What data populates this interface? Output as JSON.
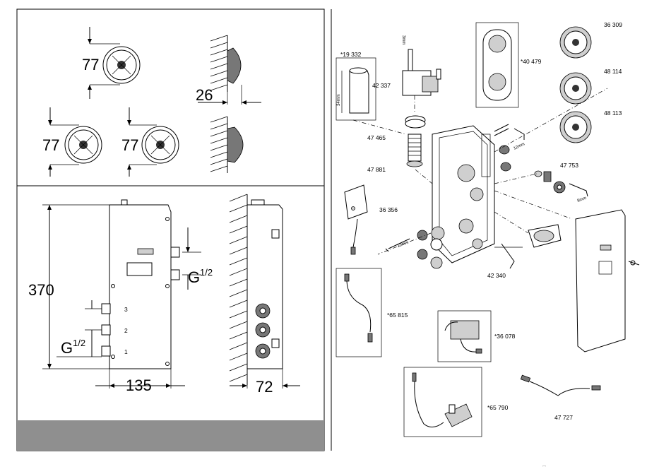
{
  "left_panel": {
    "dims": {
      "d77a": "77",
      "d77b": "77",
      "d77c": "77",
      "d26": "26",
      "d370": "370",
      "d135": "135",
      "d72": "72",
      "thread_top": "G",
      "thread_frac": "1/2",
      "thread_bottom": "G",
      "thread_frac2": "1/2"
    },
    "labels": {
      "port1": "1",
      "port2": "2",
      "port3": "3"
    }
  },
  "parts": {
    "p19332": "*19 332",
    "p42337": "42 337",
    "p3mm": "3mm",
    "p34mm": "34mm",
    "p47465": "47 465",
    "p47881": "47 881",
    "p40479": "*40 479",
    "p36309": "36 309",
    "p48114": "48 114",
    "p48113": "48 113",
    "p12mm_a": "12mm",
    "p47753": "47 753",
    "p8mm": "8mm",
    "p36356": "36 356",
    "p12mm_b": "12mm",
    "p42340": "42 340",
    "p65815": "*65 815",
    "p36078": "*36 078",
    "p65790": "*65 790",
    "p47727": "47 727"
  },
  "footer_mark": "ꟷ"
}
